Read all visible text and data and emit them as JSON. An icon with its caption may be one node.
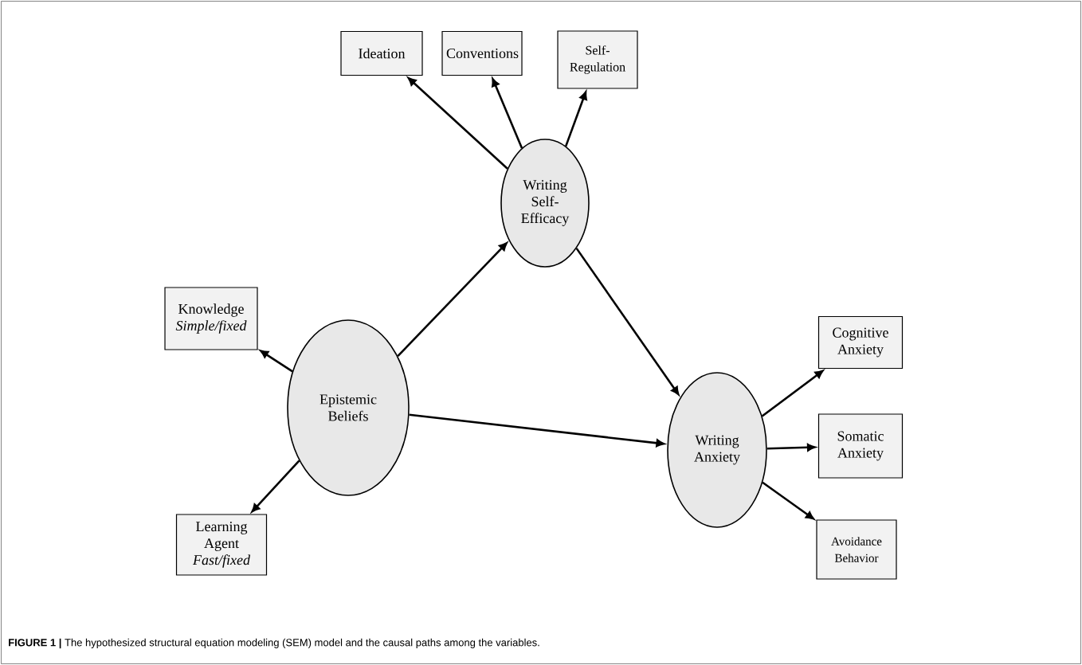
{
  "diagram": {
    "caption": "**FIGURE 1 |** The hypothesized structural equation modeling (SEM) model and the causal paths among the variables.",
    "nodes": [
      {
        "text": [
          "Ideation"
        ]
      },
      {
        "text": [
          "Conventions"
        ]
      },
      {
        "text": [
          "Self-Regulation"
        ]
      },
      {
        "text": [
          "Writing Self-Efficacy"
        ]
      },
      {
        "text": [
          "Knowledge",
          "Simple/fixed"
        ]
      },
      {
        "text": [
          "Epistemic Beliefs"
        ]
      },
      {
        "text": [
          "Cognitive Anxiety"
        ]
      },
      {
        "text": [
          "Writing Anxiety"
        ]
      },
      {
        "text": [
          "Somatic Anxiety"
        ]
      },
      {
        "text": [
          "Learning Agent",
          "Fast/fixed"
        ]
      },
      {
        "text": [
          "Avoidance Behavior"
        ]
      }
    ],
    "edges": [
      {
        "from": 3,
        "to": 0,
        "arrow": "to"
      },
      {
        "from": 3,
        "to": 1,
        "arrow": "to"
      },
      {
        "from": 3,
        "to": 2,
        "arrow": "to"
      },
      {
        "from": 5,
        "to": 3,
        "arrow": "to"
      },
      {
        "from": 3,
        "to": 7,
        "arrow": "to"
      },
      {
        "from": 5,
        "to": 7,
        "arrow": "to"
      },
      {
        "from": 5,
        "to": 4,
        "arrow": "to"
      },
      {
        "from": 5,
        "to": 9,
        "arrow": "to"
      },
      {
        "from": 7,
        "to": 6,
        "arrow": "to"
      },
      {
        "from": 7,
        "to": 8,
        "arrow": "to"
      },
      {
        "from": 7,
        "to": 10,
        "arrow": "to"
      }
    ]
  }
}
